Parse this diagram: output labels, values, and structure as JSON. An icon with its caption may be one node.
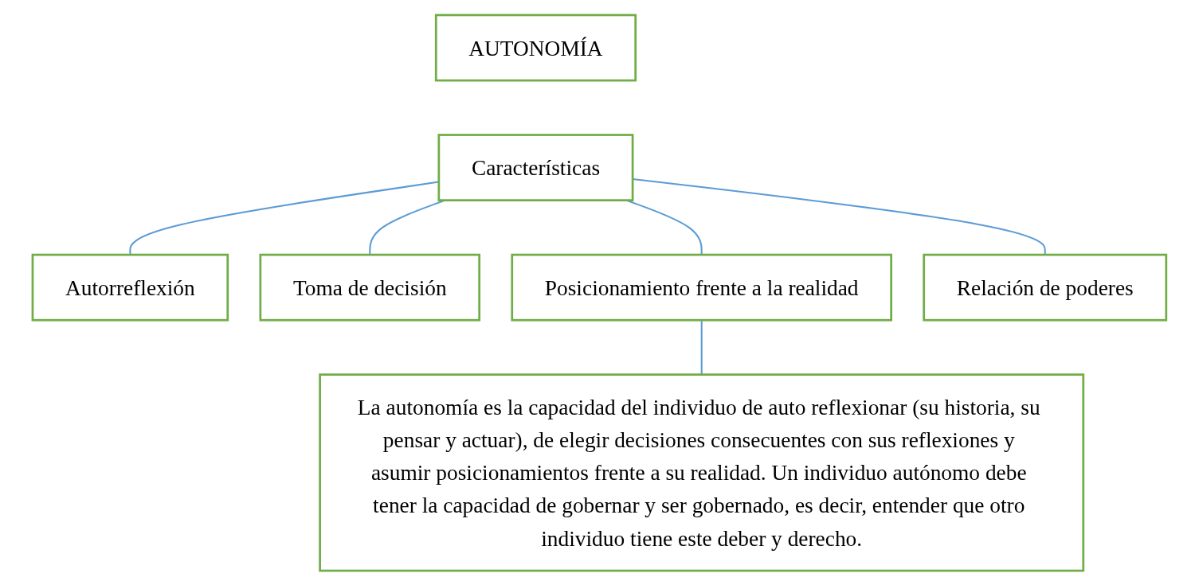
{
  "diagram": {
    "nodes": [
      {
        "text": [
          "AUTONOMÍA"
        ]
      },
      {
        "text": [
          "Características"
        ]
      },
      {
        "text": [
          "Autorreflexión"
        ]
      },
      {
        "text": [
          "Toma de decisión"
        ]
      },
      {
        "text": [
          "Posicionamiento frente a la realidad"
        ]
      },
      {
        "text": [
          "Relación de poderes"
        ]
      },
      {
        "text": [
          "La autonomía es la capacidad del individuo de auto reflexionar (su historia, su pensar y actuar), de elegir decisiones consecuentes con sus reflexiones y asumir posicionamientos frente a su realidad. Un individuo autónomo debe tener la capacidad de gobernar y ser gobernado, es decir, entender que otro individuo tiene este deber y derecho."
        ]
      }
    ],
    "edges": [
      {
        "from": 1,
        "to": 2,
        "arrow": "none"
      },
      {
        "from": 1,
        "to": 3,
        "arrow": "none"
      },
      {
        "from": 1,
        "to": 4,
        "arrow": "none"
      },
      {
        "from": 1,
        "to": 5,
        "arrow": "none"
      },
      {
        "from": 4,
        "to": 6,
        "arrow": "none"
      }
    ]
  }
}
